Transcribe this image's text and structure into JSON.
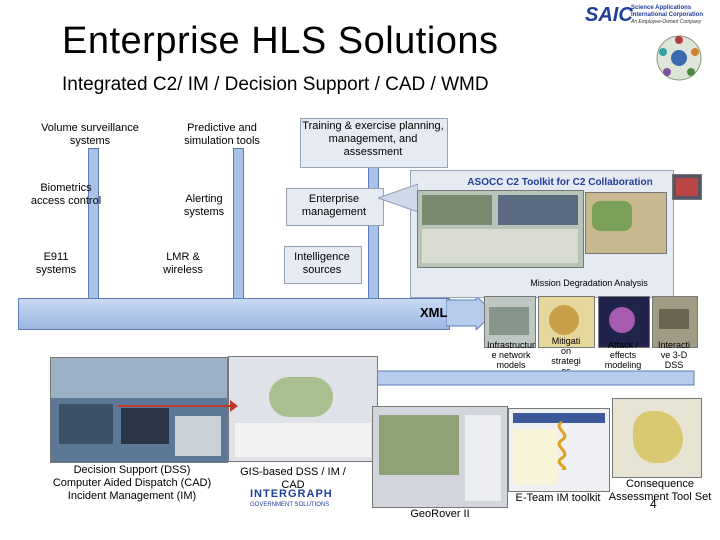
{
  "header": {
    "title": "Enterprise HLS Solutions",
    "subtitle": "Integrated C2/ IM / Decision Support / CAD / WMD",
    "logo": {
      "mark": "SAIC",
      "line1": "Science Applications",
      "line2": "International Corporation",
      "line3": "An Employee-Owned Company"
    }
  },
  "capabilities": {
    "volume_surveillance": "Volume surveillance systems",
    "predictive_simulation": "Predictive and simulation tools",
    "training_exercise": "Training & exercise planning, management, and assessment",
    "biometrics": "Biometrics access control",
    "alerting": "Alerting systems",
    "enterprise_mgmt": "Enterprise management",
    "e911": "E911 systems",
    "lmr": "LMR & wireless",
    "intelligence": "Intelligence sources"
  },
  "asocc": {
    "label": "ASOCC C2 Toolkit for C2 Collaboration",
    "mission": "Mission Degradation Analysis"
  },
  "bus_label": "XML",
  "dss": {
    "line1": "Decision Support (DSS)",
    "line2": "Computer Aided Dispatch (CAD)",
    "line3": "Incident Management (IM)"
  },
  "gis_label": "GIS-based DSS / IM / CAD",
  "intergraph": {
    "name": "INTERGRAPH",
    "sub": "GOVERNMENT SOLUTIONS"
  },
  "georover": "GeoRover II",
  "eteam": "E-Team IM toolkit",
  "consequence": "Consequence Assessment Tool Set",
  "models": {
    "infra": "Infrastructur e network models",
    "mitig": "Mitigati on strategi es",
    "attack": "Attack / effects modeling",
    "interact": "Interacti ve 3-D DSS"
  },
  "page_number": "4"
}
